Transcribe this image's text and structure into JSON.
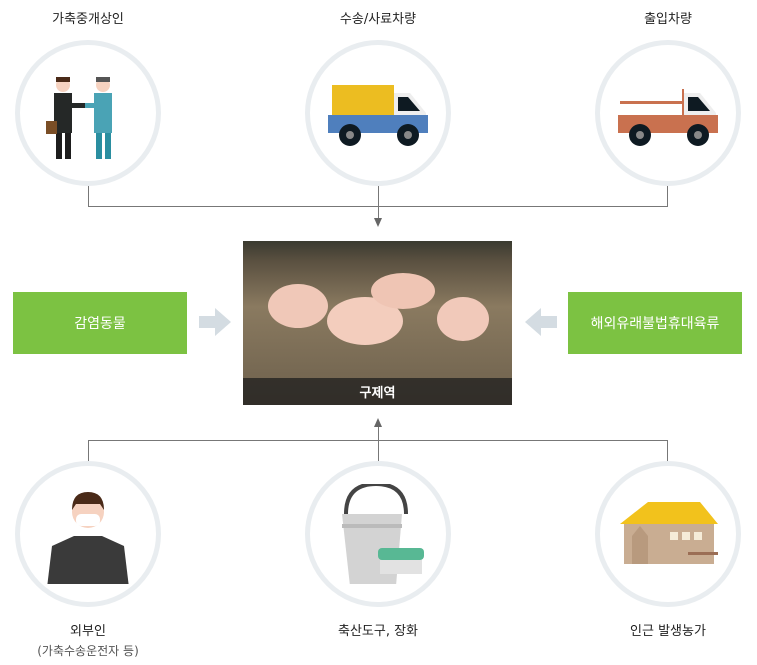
{
  "top": [
    {
      "label": "가축중개상인",
      "icon": "handshake-icon"
    },
    {
      "label": "수송/사료차량",
      "icon": "feed-truck-icon"
    },
    {
      "label": "출입차량",
      "icon": "pickup-truck-icon"
    }
  ],
  "center": {
    "caption": "구제역",
    "image": "pigs-photo"
  },
  "left_box": "감염동물",
  "right_box": "해외유래불법휴대육류",
  "bottom": [
    {
      "label": "외부인",
      "sub": "(가축수송운전자 등)",
      "icon": "masked-person-icon"
    },
    {
      "label": "축산도구, 장화",
      "icon": "bucket-brush-icon"
    },
    {
      "label": "인근 발생농가",
      "icon": "farmhouse-icon"
    }
  ],
  "colors": {
    "green": "#7cc242",
    "circle": "#e9edf0",
    "line": "#777777"
  }
}
